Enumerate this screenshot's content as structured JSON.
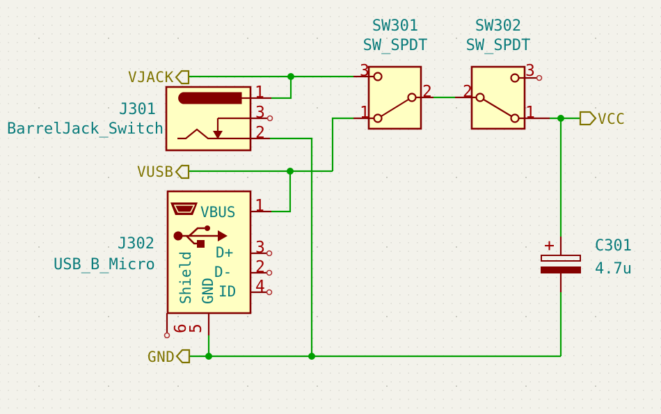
{
  "schematic": {
    "power_labels": {
      "vjack": "VJACK",
      "vusb": "VUSB",
      "gnd": "GND",
      "vcc": "VCC"
    },
    "components": {
      "j301": {
        "ref": "J301",
        "value": "BarrelJack_Switch",
        "pin1": "1",
        "pin2": "2",
        "pin3": "3"
      },
      "j302": {
        "ref": "J302",
        "value": "USB_B_Micro",
        "pin1": "1",
        "pin2": "2",
        "pin3": "3",
        "pin4": "4",
        "pin5": "5",
        "pin6": "6",
        "name_vbus": "VBUS",
        "name_dplus": "D+",
        "name_dminus": "D-",
        "name_id": "ID",
        "name_shield": "Shield",
        "name_gnd": "GND"
      },
      "sw301": {
        "ref": "SW301",
        "value": "SW_SPDT",
        "pin1": "1",
        "pin2": "2",
        "pin3": "3"
      },
      "sw302": {
        "ref": "SW302",
        "value": "SW_SPDT",
        "pin1": "1",
        "pin2": "2",
        "pin3": "3"
      },
      "c301": {
        "ref": "C301",
        "value": "4.7u",
        "polarity_mark": "+"
      }
    },
    "colors": {
      "background": "#F3F2EB",
      "grid_dot": "#D8D8D0",
      "wire": "#009E00",
      "junction": "#009E00",
      "symbol_outline": "#840000",
      "symbol_fill": "#FFFFC2",
      "pin_number": "#A00000",
      "field_text": "#0A7B7B",
      "global_label": "#7F7400",
      "unconnected_marker": "#B03030"
    }
  }
}
